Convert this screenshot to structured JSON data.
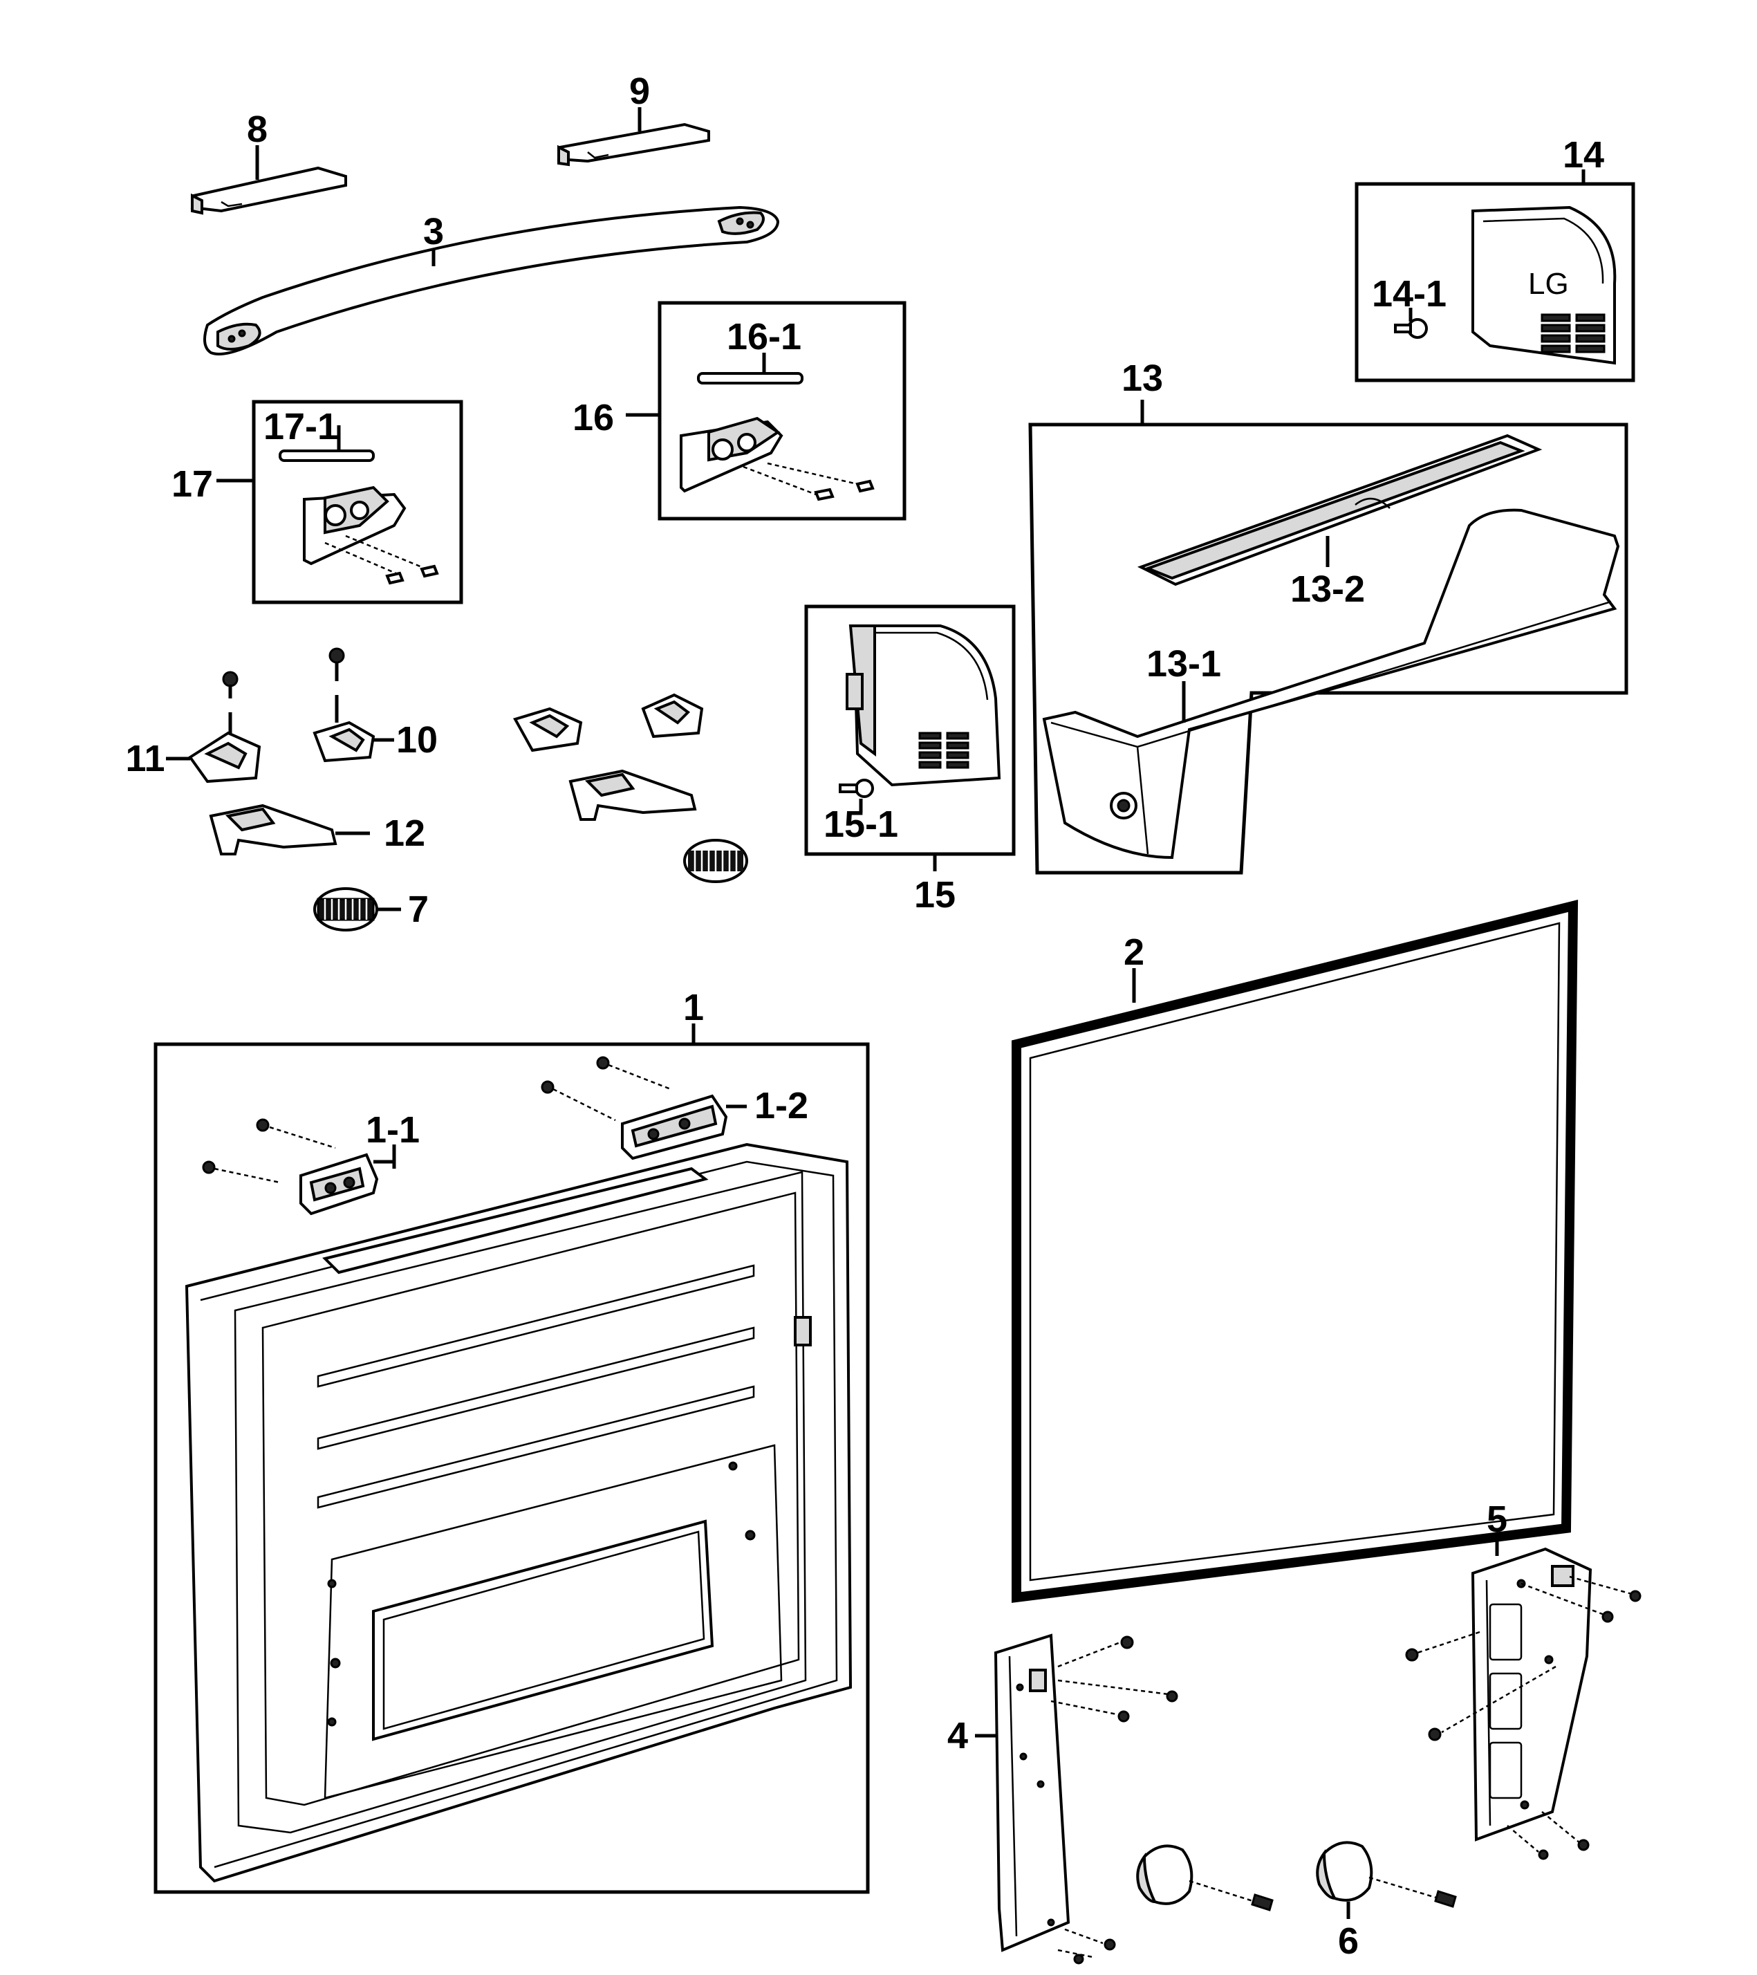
{
  "diagram": {
    "callouts": [
      {
        "id": "c1",
        "text": "1"
      },
      {
        "id": "c1-1",
        "text": "1-1"
      },
      {
        "id": "c1-2",
        "text": "1-2"
      },
      {
        "id": "c2",
        "text": "2"
      },
      {
        "id": "c3",
        "text": "3"
      },
      {
        "id": "c4",
        "text": "4"
      },
      {
        "id": "c5",
        "text": "5"
      },
      {
        "id": "c6",
        "text": "6"
      },
      {
        "id": "c7",
        "text": "7"
      },
      {
        "id": "c8",
        "text": "8"
      },
      {
        "id": "c9",
        "text": "9"
      },
      {
        "id": "c10",
        "text": "10"
      },
      {
        "id": "c11",
        "text": "11"
      },
      {
        "id": "c12",
        "text": "12"
      },
      {
        "id": "c13",
        "text": "13"
      },
      {
        "id": "c13-1",
        "text": "13-1"
      },
      {
        "id": "c13-2",
        "text": "13-2"
      },
      {
        "id": "c14",
        "text": "14"
      },
      {
        "id": "c14-1",
        "text": "14-1"
      },
      {
        "id": "c15",
        "text": "15"
      },
      {
        "id": "c15-1",
        "text": "15-1"
      },
      {
        "id": "c16",
        "text": "16"
      },
      {
        "id": "c16-1",
        "text": "16-1"
      },
      {
        "id": "c17",
        "text": "17"
      },
      {
        "id": "c17-1",
        "text": "17-1"
      }
    ],
    "logo_text": "LG"
  }
}
